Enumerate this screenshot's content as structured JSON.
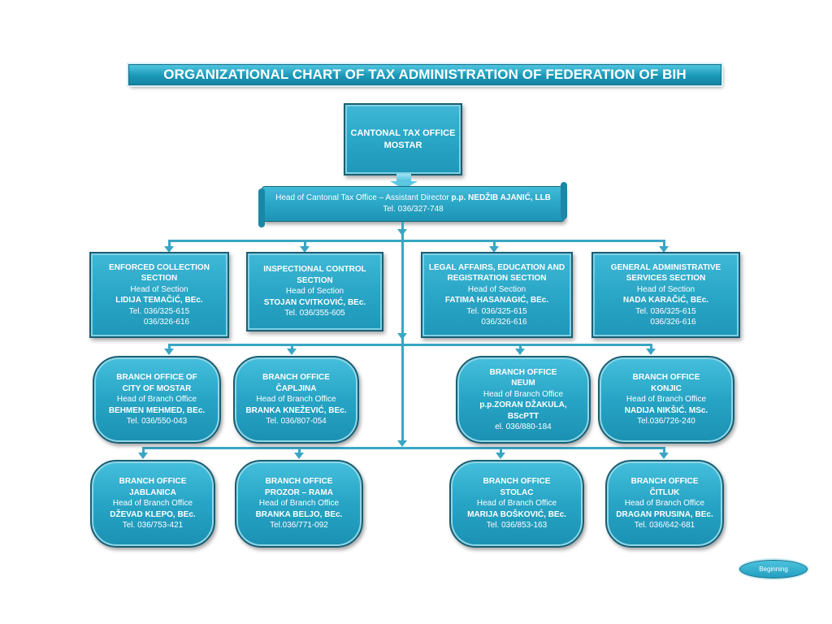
{
  "title": "ORGANIZATIONAL CHART OF TAX ADMINISTRATION OF FEDERATION OF BIH",
  "top_office": {
    "line1": "CANTONAL TAX OFFICE",
    "line2": "MOSTAR"
  },
  "head": {
    "prefix": "Head of Cantonal Tax Office – Assistant Director ",
    "name": "p.p. NEDŽIB AJANIĆ,  LLB",
    "tel": "Tel. 036/327-748"
  },
  "sections": [
    {
      "title1": "ENFORCED COLLECTION",
      "title2": "SECTION",
      "role": "Head of Section",
      "name": "LIDIJA TEMAČiĆ,  BEc.",
      "tel": "Tel. 036/325-615",
      "tel2": "036/326-616"
    },
    {
      "title1": "INSPECTIONAL CONTROL",
      "title2": "SECTION",
      "role": "Head of Section",
      "name": "STOJAN CVITKOVIĆ, BEc.",
      "tel": "Tel. 036/355-605",
      "tel2": ""
    },
    {
      "title1": "LEGAL AFFAIRS, EDUCATION AND",
      "title2": "REGISTRATION SECTION",
      "role": "Head of Section",
      "name": "FATIMA HASANAGIĆ, BEc.",
      "tel": "Tel. 036/325-615",
      "tel2": "036/326-616"
    },
    {
      "title1": "GENERAL ADMINISTRATIVE",
      "title2": "SERVICES SECTION",
      "role": "Head of Section",
      "name": "NADA KARAČiĆ, BEc.",
      "tel": "Tel. 036/325-615",
      "tel2": "036/326-616"
    }
  ],
  "branches_row1": [
    {
      "title1": "BRANCH OFFICE OF",
      "title2": "CITY OF MOSTAR",
      "role": "Head of Branch Office",
      "name": "BEHMEN MEHMED, BEc.",
      "name2": "",
      "tel": "Tel. 036/550-043"
    },
    {
      "title1": "BRANCH OFFICE",
      "title2": "ČAPLJINA",
      "role": "Head of Branch Office",
      "name": "BRANKA KNEŽEVIĆ, BEc.",
      "name2": "",
      "tel": "Tel. 036/807-054"
    },
    {
      "title1": "BRANCH OFFICE",
      "title2": "NEUM",
      "role": "Head of Branch Office",
      "name": "p.p.ZORAN DŽAKULA,",
      "name2": "BScPTT",
      "tel": "el. 036/880-184"
    },
    {
      "title1": "BRANCH OFFICE",
      "title2": "KONJIC",
      "role": "Head of Branch Office",
      "name": "NADIJA NIKŠIĆ. MSc.",
      "name2": "",
      "tel": "Tel.036/726-240"
    }
  ],
  "branches_row2": [
    {
      "title1": "BRANCH OFFICE",
      "title2": "JABLANICA",
      "role": "Head of Branch Office",
      "name": "DŽEVAD KLEPO, BEc.",
      "tel": "Tel. 036/753-421"
    },
    {
      "title1": "BRANCH OFFICE",
      "title2": "PROZOR – RAMA",
      "role": "Head of Branch Office",
      "name": "BRANKA BELJO, BEc.",
      "tel": "Tel.036/771-092"
    },
    {
      "title1": "BRANCH OFFICE",
      "title2": "STOLAC",
      "role": "Head of Branch Office",
      "name": "MARIJA BOŠKOVIĆ, BEc.",
      "tel": "Tel. 036/853-163"
    },
    {
      "title1": "BRANCH OFFICE",
      "title2": "ČITLUK",
      "role": "Head of Branch Office",
      "name": "DRAGAN PRUSINA, BEc.",
      "tel": "Tel. 036/642-681"
    }
  ],
  "beginning_button": "Beginning",
  "colors": {
    "box_fill": "#2aa6c6",
    "box_border": "#1a5f74",
    "connector": "#3aa6c4",
    "text": "#ffffff"
  }
}
